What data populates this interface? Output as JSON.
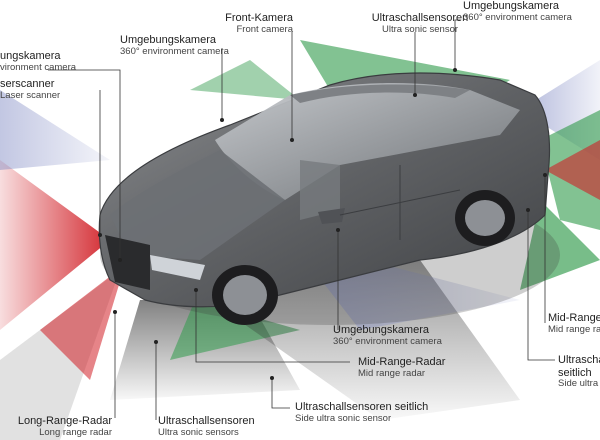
{
  "labels": {
    "front_camera": {
      "de": "Front-Kamera",
      "en": "Front camera"
    },
    "ultrasonic_top": {
      "de": "Ultraschallsensoren",
      "en": "Ultra sonic sensor"
    },
    "env_camera_top_right": {
      "de": "Umgebungskamera",
      "en": "360° environment camera"
    },
    "env_camera_left": {
      "de": "Umgebungskamera",
      "en": "360° environment camera"
    },
    "env_camera_edge": {
      "de": "ungskamera",
      "en": "vironment camera"
    },
    "laser_scanner": {
      "de": "serscanner",
      "en": "Laser scanner"
    },
    "env_camera_bottom": {
      "de": "Umgebungskamera",
      "en": "360° environment camera"
    },
    "mid_range_radar_center": {
      "de": "Mid-Range-Radar",
      "en": "Mid range radar"
    },
    "mid_range_radar_right": {
      "de": "Mid-Range",
      "en": "Mid range ra"
    },
    "ultrasonic_side_right": {
      "de": "Ultrascha",
      "de2": "seitlich",
      "en": "Side ultra s"
    },
    "ultrasonic_side_center": {
      "de": "Ultraschallsensoren seitlich",
      "en": "Side ultra sonic sensor"
    },
    "long_range_radar": {
      "de": "Long-Range-Radar",
      "en": "Long range radar"
    },
    "ultrasonic_bottom": {
      "de": "Ultraschallsensoren",
      "en": "Ultra sonic sensors"
    }
  },
  "colors": {
    "car_body": "#5f6164",
    "radar_red": "#d11f26",
    "sensor_green": "#2f9a4a",
    "camera_blue": "#7d87c2",
    "dark_gray": "#2c2c2c",
    "leader_line": "#333333"
  }
}
